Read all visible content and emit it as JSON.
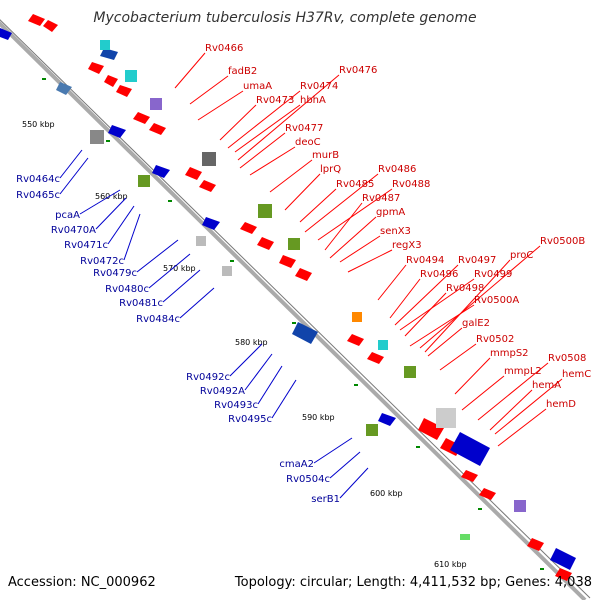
{
  "title": "Mycobacterium tuberculosis H37Rv, complete genome",
  "footer": {
    "accession": "Accession: NC_000962",
    "summary": "Topology: circular; Length: 4,411,532 bp; Genes: 4,038"
  },
  "colors": {
    "forward": "#ff0000",
    "reverse": "#0000cc",
    "backbone": "#888888",
    "tick": "#008800"
  },
  "scale_labels": [
    "550 kbp",
    "560 kbp",
    "570 kbp",
    "580 kbp",
    "590 kbp",
    "600 kbp",
    "610 kbp"
  ],
  "forward_labels": [
    "Rv0466",
    "fadB2",
    "umaA",
    "Rv0473",
    "hbhA",
    "Rv0474",
    "Rv0476",
    "Rv0477",
    "deoC",
    "murB",
    "lprQ",
    "Rv0485",
    "Rv0486",
    "Rv0488",
    "Rv0487",
    "gpmA",
    "senX3",
    "regX3",
    "Rv0494",
    "Rv0496",
    "Rv0497",
    "Rv0499",
    "Rv0498",
    "Rv0500A",
    "Rv0500B",
    "proC",
    "galE2",
    "Rv0502",
    "mmpS2",
    "mmpL2",
    "Rv0508",
    "hemC",
    "hemA",
    "hemD"
  ],
  "reverse_labels": [
    "Rv0464c",
    "Rv0465c",
    "pcaA",
    "Rv0470A",
    "Rv0471c",
    "Rv0472c",
    "Rv0479c",
    "Rv0480c",
    "Rv0481c",
    "Rv0484c",
    "Rv0492c",
    "Rv0492A",
    "Rv0493c",
    "Rv0495c",
    "cmaA2",
    "Rv0504c",
    "serB1"
  ]
}
